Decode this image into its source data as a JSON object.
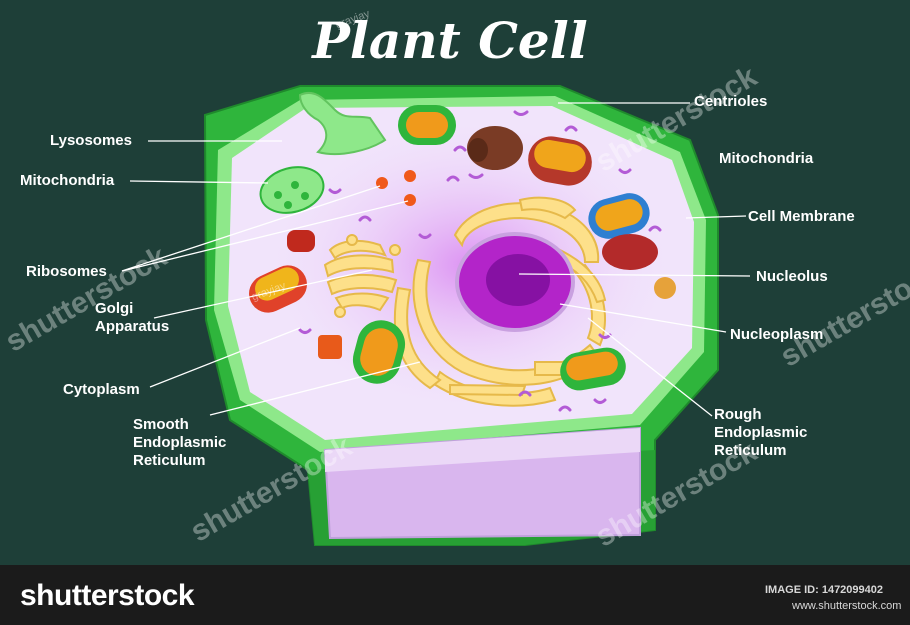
{
  "title": "Plant Cell",
  "labels": {
    "lysosomes": "Lysosomes",
    "mitochondria_left": "Mitochondria",
    "ribosomes": "Ribosomes",
    "golgi": "Golgi\nApparatus",
    "cytoplasm": "Cytoplasm",
    "smooth_er": "Smooth\nEndoplasmic\nReticulum",
    "centrioles": "Centrioles",
    "mitochondria_right": "Mitochondria",
    "cell_membrane": "Cell Membrane",
    "nucleolus": "Nucleolus",
    "nucleoplasm": "Nucleoplasm",
    "rough_er": "Rough\nEndoplasmic\nReticulum"
  },
  "footer": {
    "brand": "shutterstock",
    "image_id": "IMAGE ID: 1472099402",
    "site": "www.shutterstock.com"
  },
  "watermark": {
    "text": "shutterstock",
    "author": "grayjay"
  },
  "colors": {
    "background": "#1e3f38",
    "cell_wall": "#2fb53c",
    "membrane": "#8ee88a",
    "cytoplasm": "#f1e4fb",
    "nucleus": "#b324c9",
    "er": "#fde08a",
    "mitochondria": "#f09a1b",
    "footer": "#1b1b1b"
  }
}
